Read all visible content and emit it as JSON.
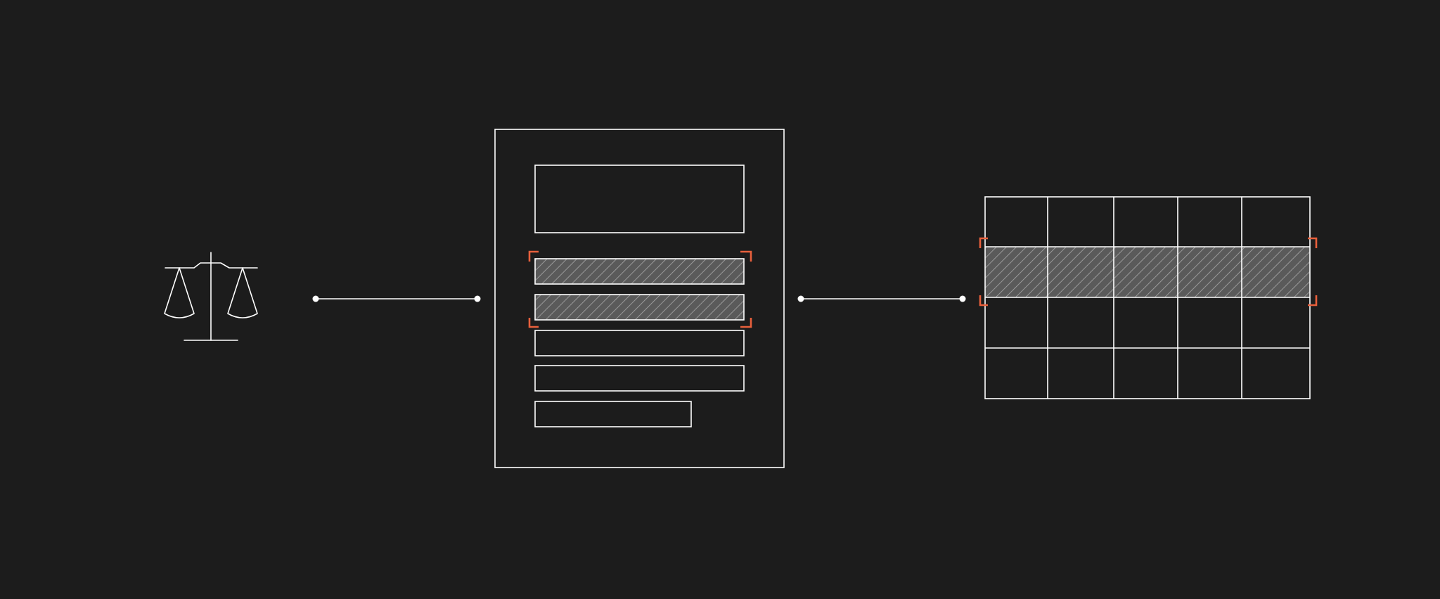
{
  "colors": {
    "background": "#1c1c1c",
    "line": "#ffffff",
    "accent": "#e8603c",
    "hatch_fill": "#5a5a5a"
  },
  "icons": {
    "source": "scales-of-justice-icon"
  },
  "document": {
    "text_blocks": 6,
    "highlighted_blocks": 2
  },
  "table": {
    "rows": 4,
    "columns": 5,
    "highlighted_row": 2
  }
}
